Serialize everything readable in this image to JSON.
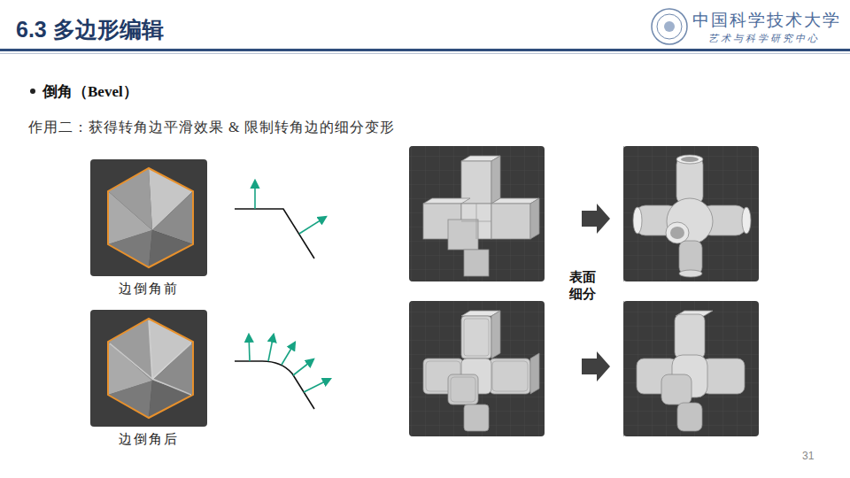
{
  "diagram": {
    "title": "6.3 多边形编辑",
    "labels": [
      "中国科学技术大学",
      "艺术与科学研究中心",
      "倒角（Bevel）",
      "作用二：获得转角边平滑效果 & 限制转角边的细分变形",
      "边倒角前",
      "边倒角后",
      "表面 细分",
      "31"
    ]
  }
}
